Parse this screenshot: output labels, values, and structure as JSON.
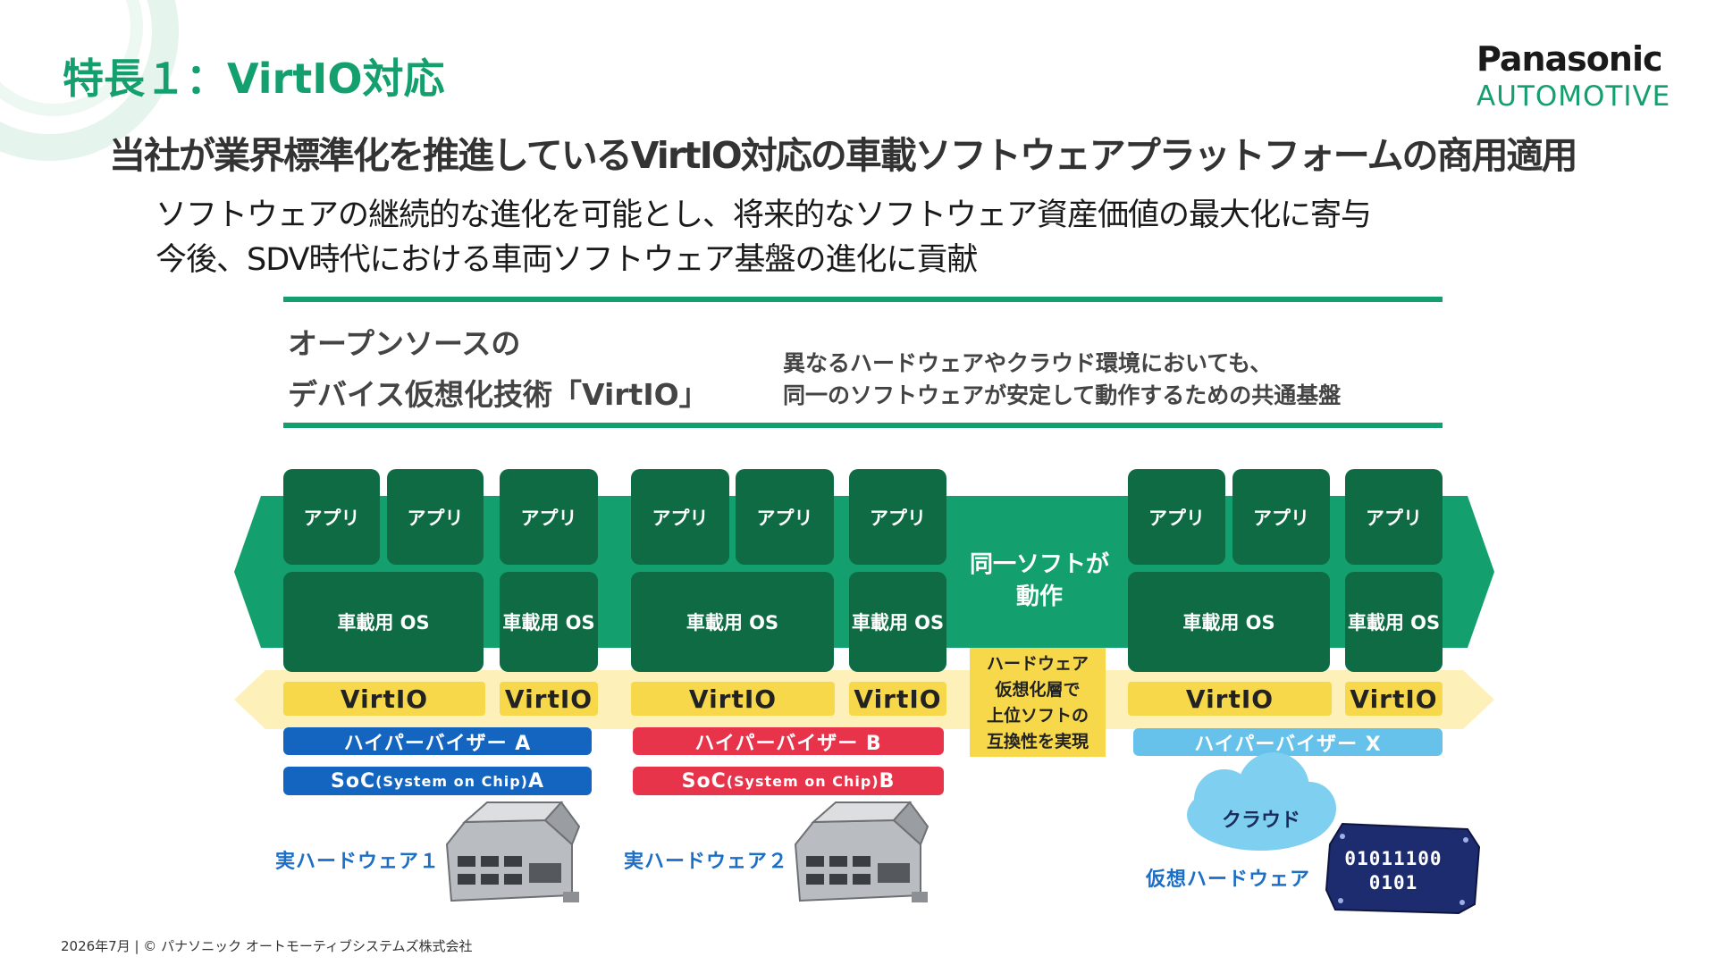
{
  "header": {
    "title": "特長１：VirtIO対応",
    "subtitle": "当社が業界標準化を推進しているVirtIO対応の車載ソフトウェアプラットフォームの商用適用",
    "bullets": [
      "ソフトウェアの継続的な進化を可能とし、将来的なソフトウェア資産価値の最大化に寄与",
      "今後、SDV時代における車両ソフトウェア基盤の進化に貢献"
    ]
  },
  "logo": {
    "line1": "Panasonic",
    "line2": "AUTOMOTIVE"
  },
  "definition": {
    "left_line1": "オープンソースの",
    "left_line2": "デバイス仮想化技術「VirtIO」",
    "right_line1": "異なるハードウェアやクラウド環境においても、",
    "right_line2": "同一のソフトウェアが安定して動作するための共通基盤"
  },
  "diagram": {
    "app_label": "アプリ",
    "os_label": "車載用 OS",
    "virtio_label": "VirtIO",
    "same_soft_line1": "同一ソフトが",
    "same_soft_line2": "動作",
    "virtualization_note": [
      "ハードウェア",
      "仮想化層で",
      "上位ソフトの",
      "互換性を実現"
    ],
    "hypervisors": [
      "ハイパーバイザー A",
      "ハイパーバイザー B",
      "ハイパーバイザー X"
    ],
    "soc_a": {
      "prefix": "SoC",
      "paren": "(System on Chip)",
      "suffix": " A"
    },
    "soc_b": {
      "prefix": "SoC",
      "paren": "(System on Chip)",
      "suffix": " B"
    },
    "hardware_labels": [
      "実ハードウェア１",
      "実ハードウェア２",
      "仮想ハードウェア"
    ],
    "cloud_label": "クラウド",
    "binary_lines": [
      "01011100",
      "0101"
    ],
    "colors": {
      "accent_green": "#14a06e",
      "box_green": "#0f6b44",
      "virtio_yellow": "#f7d84a",
      "hypervisor_a": "#1465c0",
      "hypervisor_b": "#e8344b",
      "hypervisor_x": "#66c2ea"
    }
  },
  "footer": {
    "text": "2026年7月 | © パナソニック オートモーティブシステムズ株式会社"
  }
}
